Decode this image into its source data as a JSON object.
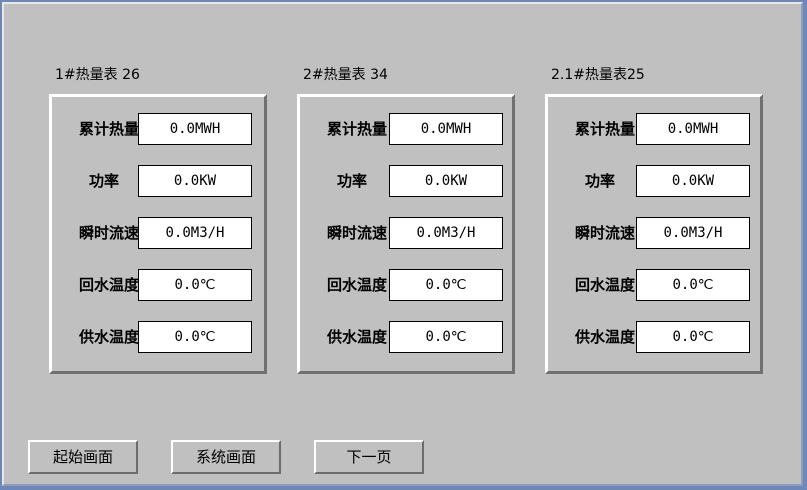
{
  "meters": [
    {
      "title": "1#热量表 26",
      "rows": [
        {
          "label": "累计热量",
          "value": "0.0MWH"
        },
        {
          "label": "功率",
          "value": "0.0KW"
        },
        {
          "label": "瞬时流速",
          "value": "0.0M3/H"
        },
        {
          "label": "回水温度",
          "value": "0.0℃"
        },
        {
          "label": "供水温度",
          "value": "0.0℃"
        }
      ]
    },
    {
      "title": "2#热量表 34",
      "rows": [
        {
          "label": "累计热量",
          "value": "0.0MWH"
        },
        {
          "label": "功率",
          "value": "0.0KW"
        },
        {
          "label": "瞬时流速",
          "value": "0.0M3/H"
        },
        {
          "label": "回水温度",
          "value": "0.0℃"
        },
        {
          "label": "供水温度",
          "value": "0.0℃"
        }
      ]
    },
    {
      "title": "2.1#热量表25",
      "rows": [
        {
          "label": "累计热量",
          "value": "0.0MWH"
        },
        {
          "label": "功率",
          "value": "0.0KW"
        },
        {
          "label": "瞬时流速",
          "value": "0.0M3/H"
        },
        {
          "label": "回水温度",
          "value": "0.0℃"
        },
        {
          "label": "供水温度",
          "value": "0.0℃"
        }
      ]
    }
  ],
  "buttons": {
    "start": "起始画面",
    "system": "系统画面",
    "next": "下一页"
  }
}
